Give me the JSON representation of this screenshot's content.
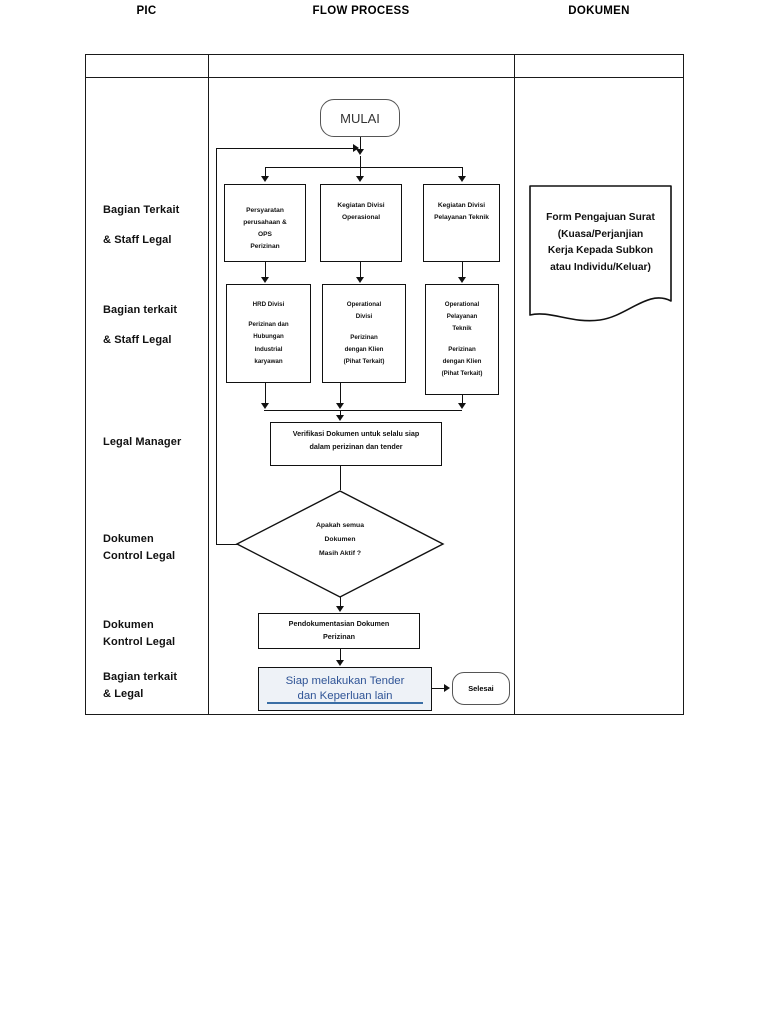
{
  "table": {
    "columns": [
      {
        "key": "pic",
        "label": "PIC"
      },
      {
        "key": "flow",
        "label": "FLOW PROCESS"
      },
      {
        "key": "doc",
        "label": "DOKUMEN"
      }
    ]
  },
  "pic_column": {
    "entries": [
      {
        "line1": "Bagian Terkait",
        "line2": "& Staff Legal"
      },
      {
        "line1": "Bagian terkait",
        "line2": "& Staff Legal"
      },
      {
        "line1": "Legal Manager",
        "line2": ""
      },
      {
        "line1": "Dokumen",
        "line2": "Control Legal"
      },
      {
        "line1": "Dokumen",
        "line2": "Kontrol Legal"
      },
      {
        "line1": "Bagian terkait",
        "line2": "& Legal"
      }
    ]
  },
  "flow": {
    "start": {
      "label": "MULAI"
    },
    "row1": [
      {
        "lines": [
          "Persyaratan",
          "perusahaan &",
          "OPS",
          "Perizinan"
        ]
      },
      {
        "lines": [
          "Kegiatan Divisi",
          "Operasional"
        ]
      },
      {
        "lines": [
          "Kegiatan Divisi",
          "Pelayanan Teknik"
        ]
      }
    ],
    "row2": [
      {
        "lines": [
          "HRD Divisi",
          "",
          "Perizinan dan",
          "Hubungan",
          "Industrial",
          "karyawan"
        ]
      },
      {
        "lines": [
          "Operational",
          "Divisi",
          "",
          "Perizinan",
          "dengan Klien",
          "(Pihat Terkait)"
        ]
      },
      {
        "lines": [
          "Operational",
          "Pelayanan",
          "Teknik",
          "",
          "Perizinan",
          "dengan Klien",
          "(Pihat Terkait)"
        ]
      }
    ],
    "verify": {
      "lines": [
        "Verifikasi Dokumen untuk selalu siap",
        "dalam perizinan dan tender"
      ]
    },
    "decision": {
      "lines": [
        "Apakah semua",
        "Dokumen",
        "Masih Aktif ?"
      ]
    },
    "document_step": {
      "lines": [
        "Pendokumentasian Dokumen",
        "Perizinan"
      ]
    },
    "final": {
      "lines": [
        "Siap melakukan Tender",
        "dan Keperluan lain"
      ]
    },
    "end": {
      "label": "Selesai"
    }
  },
  "documents": {
    "form": {
      "lines": [
        "Form  Pengajuan Surat",
        "(Kuasa/Perjanjian",
        "Kerja Kepada Subkon",
        "atau Individu/Keluar)"
      ]
    }
  },
  "colors": {
    "ink": "#111111",
    "final_text": "#2f5496",
    "final_fill": "#eef2f7",
    "final_rule": "#3a6ea5"
  }
}
